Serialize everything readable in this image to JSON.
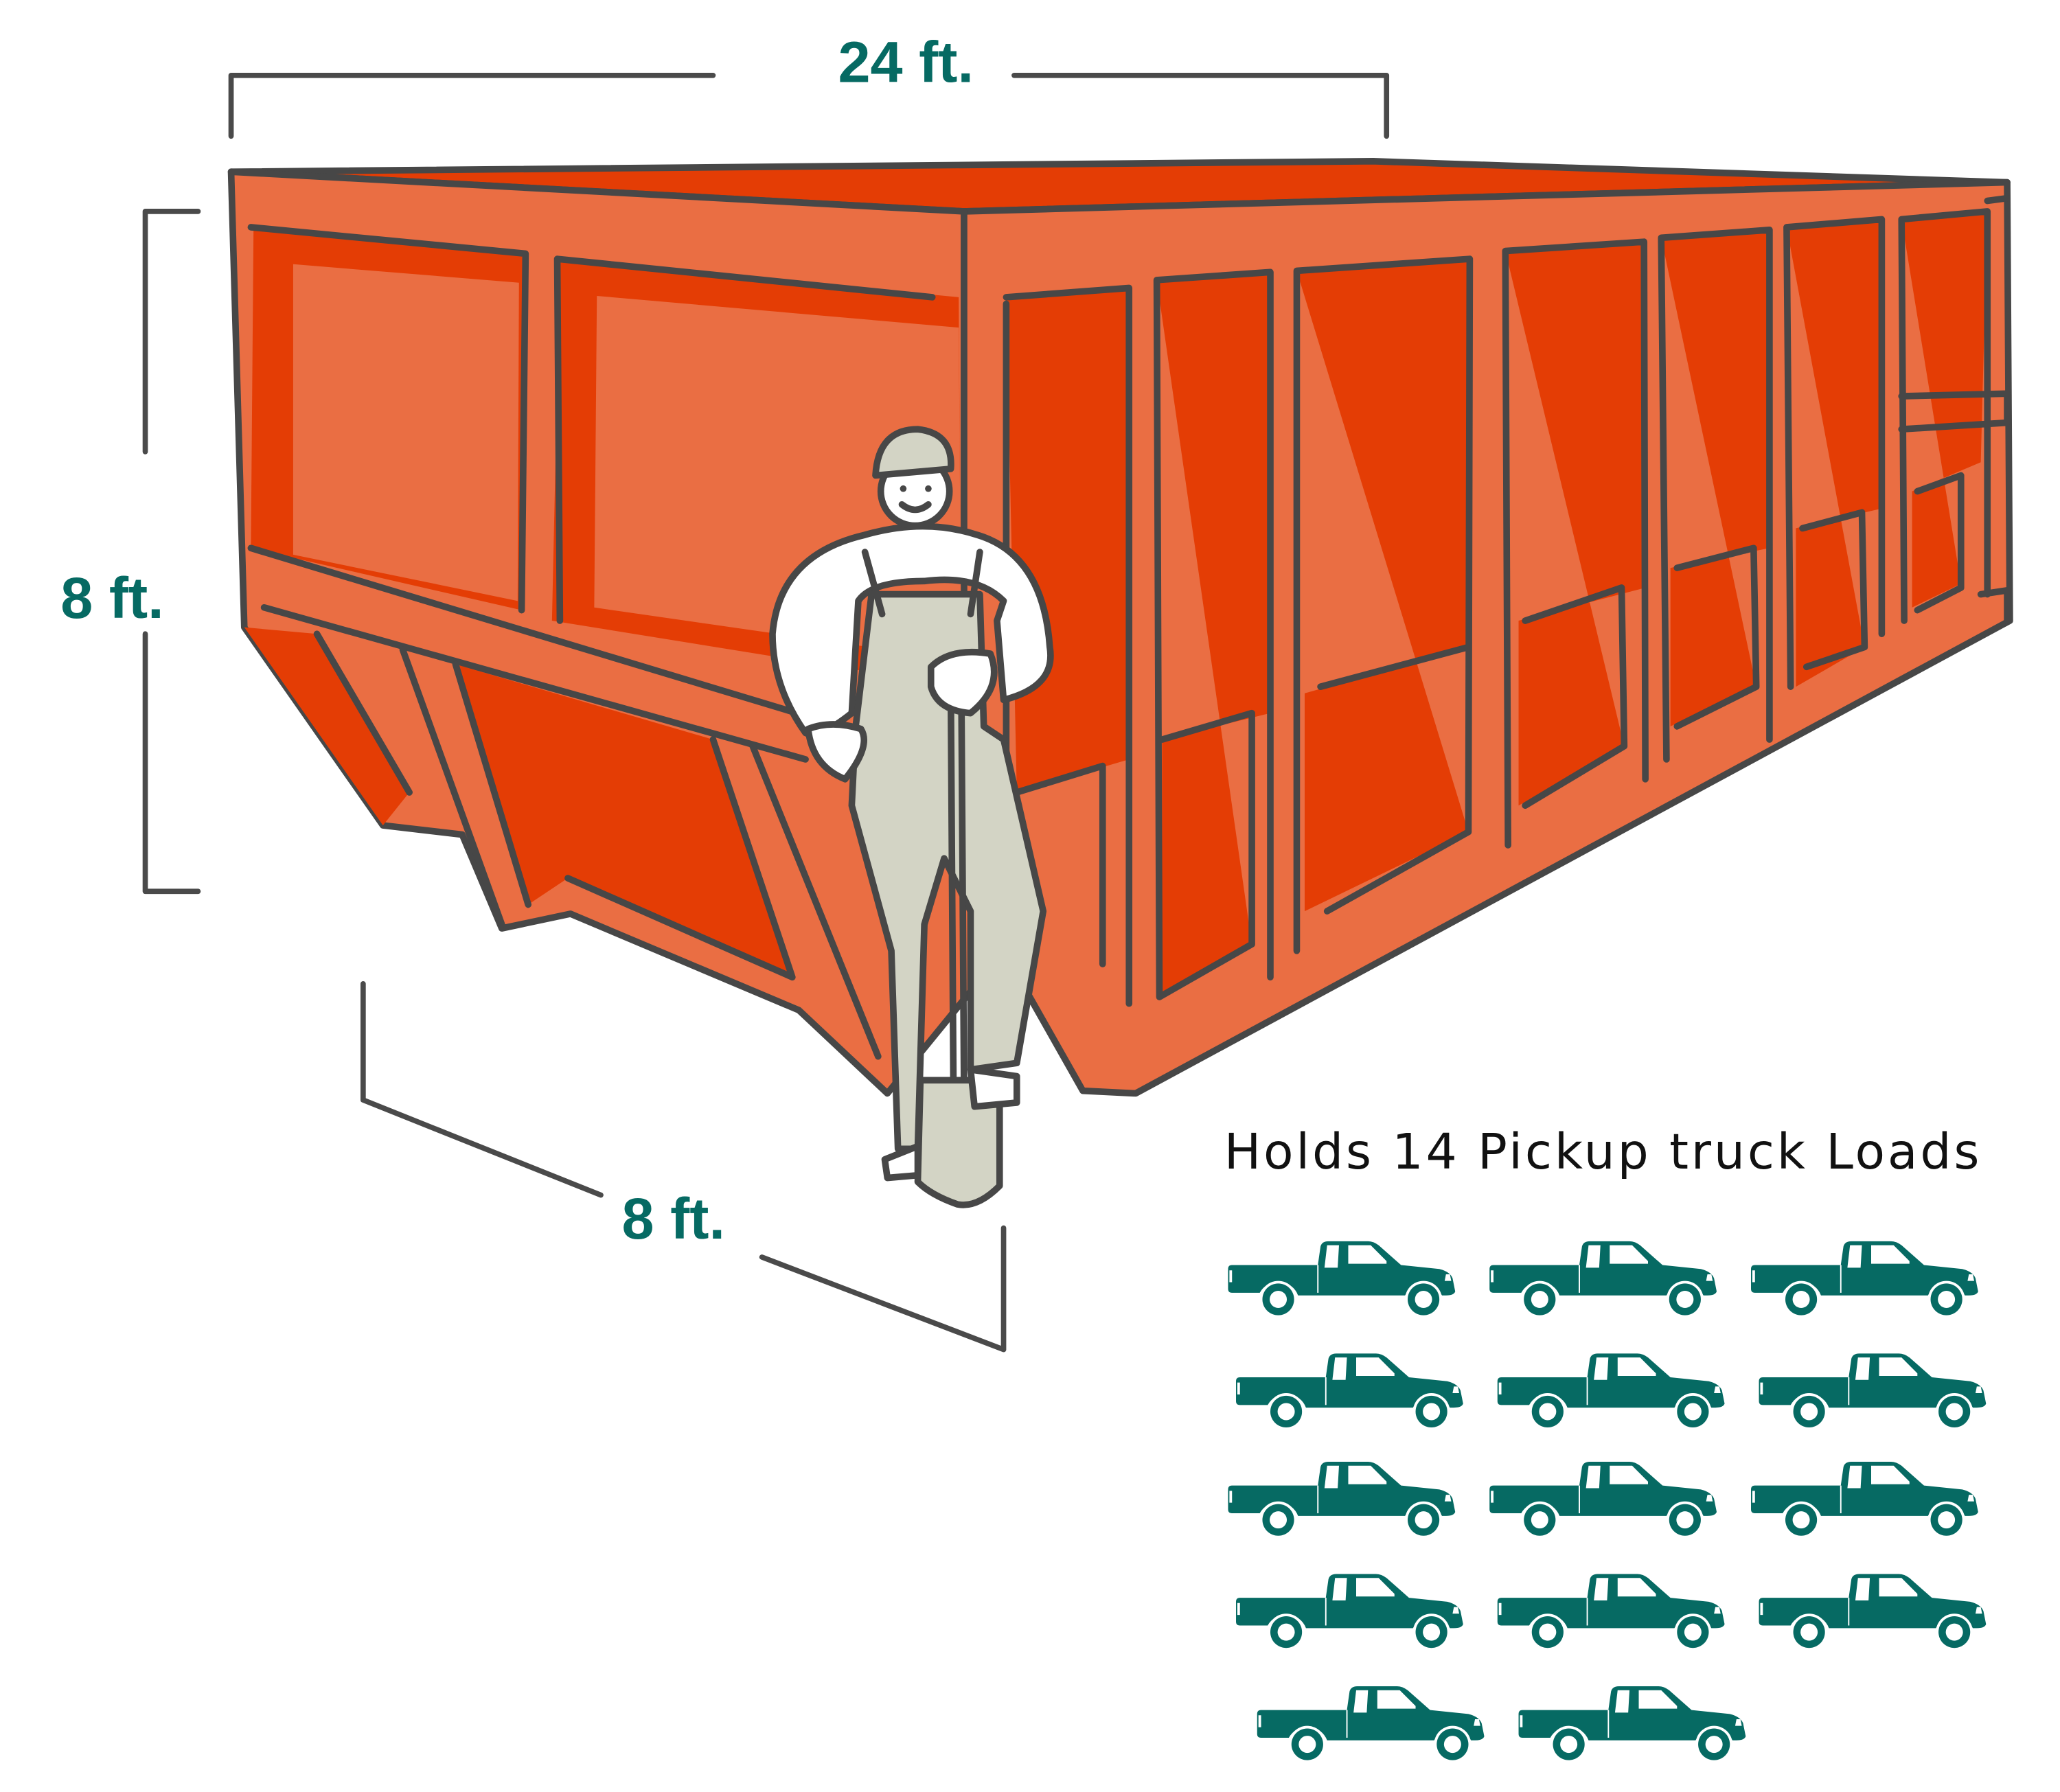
{
  "dimensions": {
    "length_label": "24 ft.",
    "height_label": "8 ft.",
    "width_label": "8 ft."
  },
  "capacity": {
    "caption": "Holds 14 Pickup truck Loads",
    "truck_count": 14
  },
  "colors": {
    "accent_teal": "#066a63",
    "dumpster_face": "#ea6e43",
    "dumpster_dark": "#e43d05",
    "outline": "#474747",
    "overalls": "#d3d4c5"
  }
}
